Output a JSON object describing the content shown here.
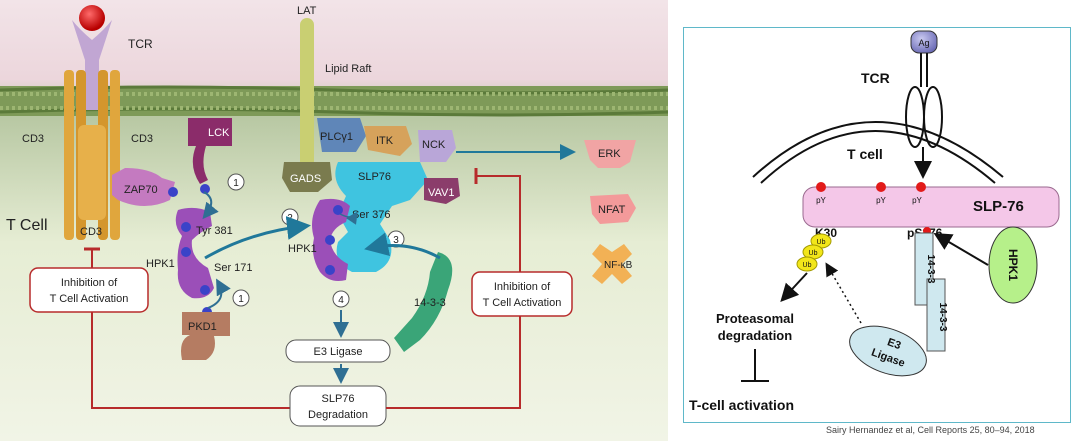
{
  "left_panel": {
    "labels": {
      "tcr": "TCR",
      "lat": "LAT",
      "lipid_raft": "Lipid Raft",
      "cd3_left": "CD3",
      "cd3_right": "CD3",
      "cd3_bottom": "CD3",
      "t_cell": "T Cell",
      "lck": "LCK",
      "zap70": "ZAP70",
      "tyr381": "Tyr 381",
      "hpk1_a": "HPK1",
      "ser171": "Ser 171",
      "pkd1": "PKD1",
      "plcg1": "PLCγ1",
      "itk": "ITK",
      "nck": "NCK",
      "gads": "GADS",
      "slp76": "SLP76",
      "vav1": "VAV1",
      "hpk1_b": "HPK1",
      "ser376": "Ser 376",
      "protein_1433": "14-3-3",
      "e3_ligase": "E3 Ligase",
      "slp76_degradation_1": "SLP76",
      "slp76_degradation_2": "Degradation",
      "erk": "ERK",
      "nfat": "NFAT",
      "nfkb": "NF-κB",
      "inhibition_left_1": "Inhibition of",
      "inhibition_left_2": "T Cell Activation",
      "inhibition_right_1": "Inhibition of",
      "inhibition_right_2": "T Cell Activation"
    },
    "steps": [
      "1",
      "1",
      "2",
      "3",
      "4"
    ]
  },
  "right_panel": {
    "labels": {
      "ag": "Ag",
      "tcr": "TCR",
      "t_cell": "T cell",
      "py1": "pY",
      "py2": "pY",
      "py3": "pY",
      "slp76": "SLP-76",
      "k30": "K30",
      "ps376": "pS376",
      "ub1": "Ub",
      "ub2": "Ub",
      "ub3": "Ub",
      "p1433_a": "14-3-3",
      "p1433_b": "14-3-3",
      "hpk1": "HPK1",
      "e3_1": "E3",
      "e3_2": "Ligase",
      "proteasomal_1": "Proteasomal",
      "proteasomal_2": "degradation",
      "tcell_activation": "T-cell activation"
    }
  },
  "citation": "Sairy Hernandez et  al, Cell Reports 25, 80–94, 2018"
}
